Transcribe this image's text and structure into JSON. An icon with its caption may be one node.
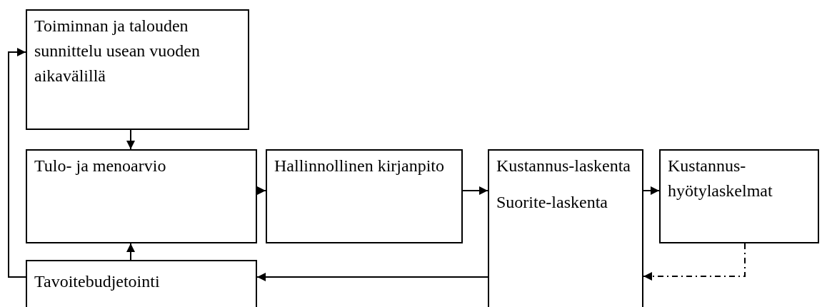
{
  "diagram": {
    "nodes": [
      {
        "text": [
          "Toiminnan ja talouden sunnittelu usean vuoden aikavälillä"
        ]
      },
      {
        "text": [
          "Tulo- ja menoarvio"
        ]
      },
      {
        "text": [
          "Hallinnollinen kirjanpito"
        ]
      },
      {
        "text": [
          "Kustannus-laskenta",
          "Suorite-laskenta"
        ]
      },
      {
        "text": [
          "Kustannus-hyötylaskelmat"
        ]
      },
      {
        "text": [
          "Tavoitebudjetointi"
        ]
      }
    ],
    "edges": [
      {
        "from": 0,
        "to": 1,
        "arrow": "to"
      },
      {
        "from": 1,
        "to": 2,
        "arrow": "to"
      },
      {
        "from": 2,
        "to": 3,
        "arrow": "to"
      },
      {
        "from": 3,
        "to": 4,
        "arrow": "to"
      },
      {
        "from": 3,
        "to": 5,
        "arrow": "to"
      },
      {
        "from": 5,
        "to": 1,
        "arrow": "to"
      },
      {
        "from": 5,
        "to": 0,
        "arrow": "to"
      },
      {
        "from": 4,
        "to": 3,
        "arrow": "to",
        "style": "dashed"
      }
    ]
  }
}
